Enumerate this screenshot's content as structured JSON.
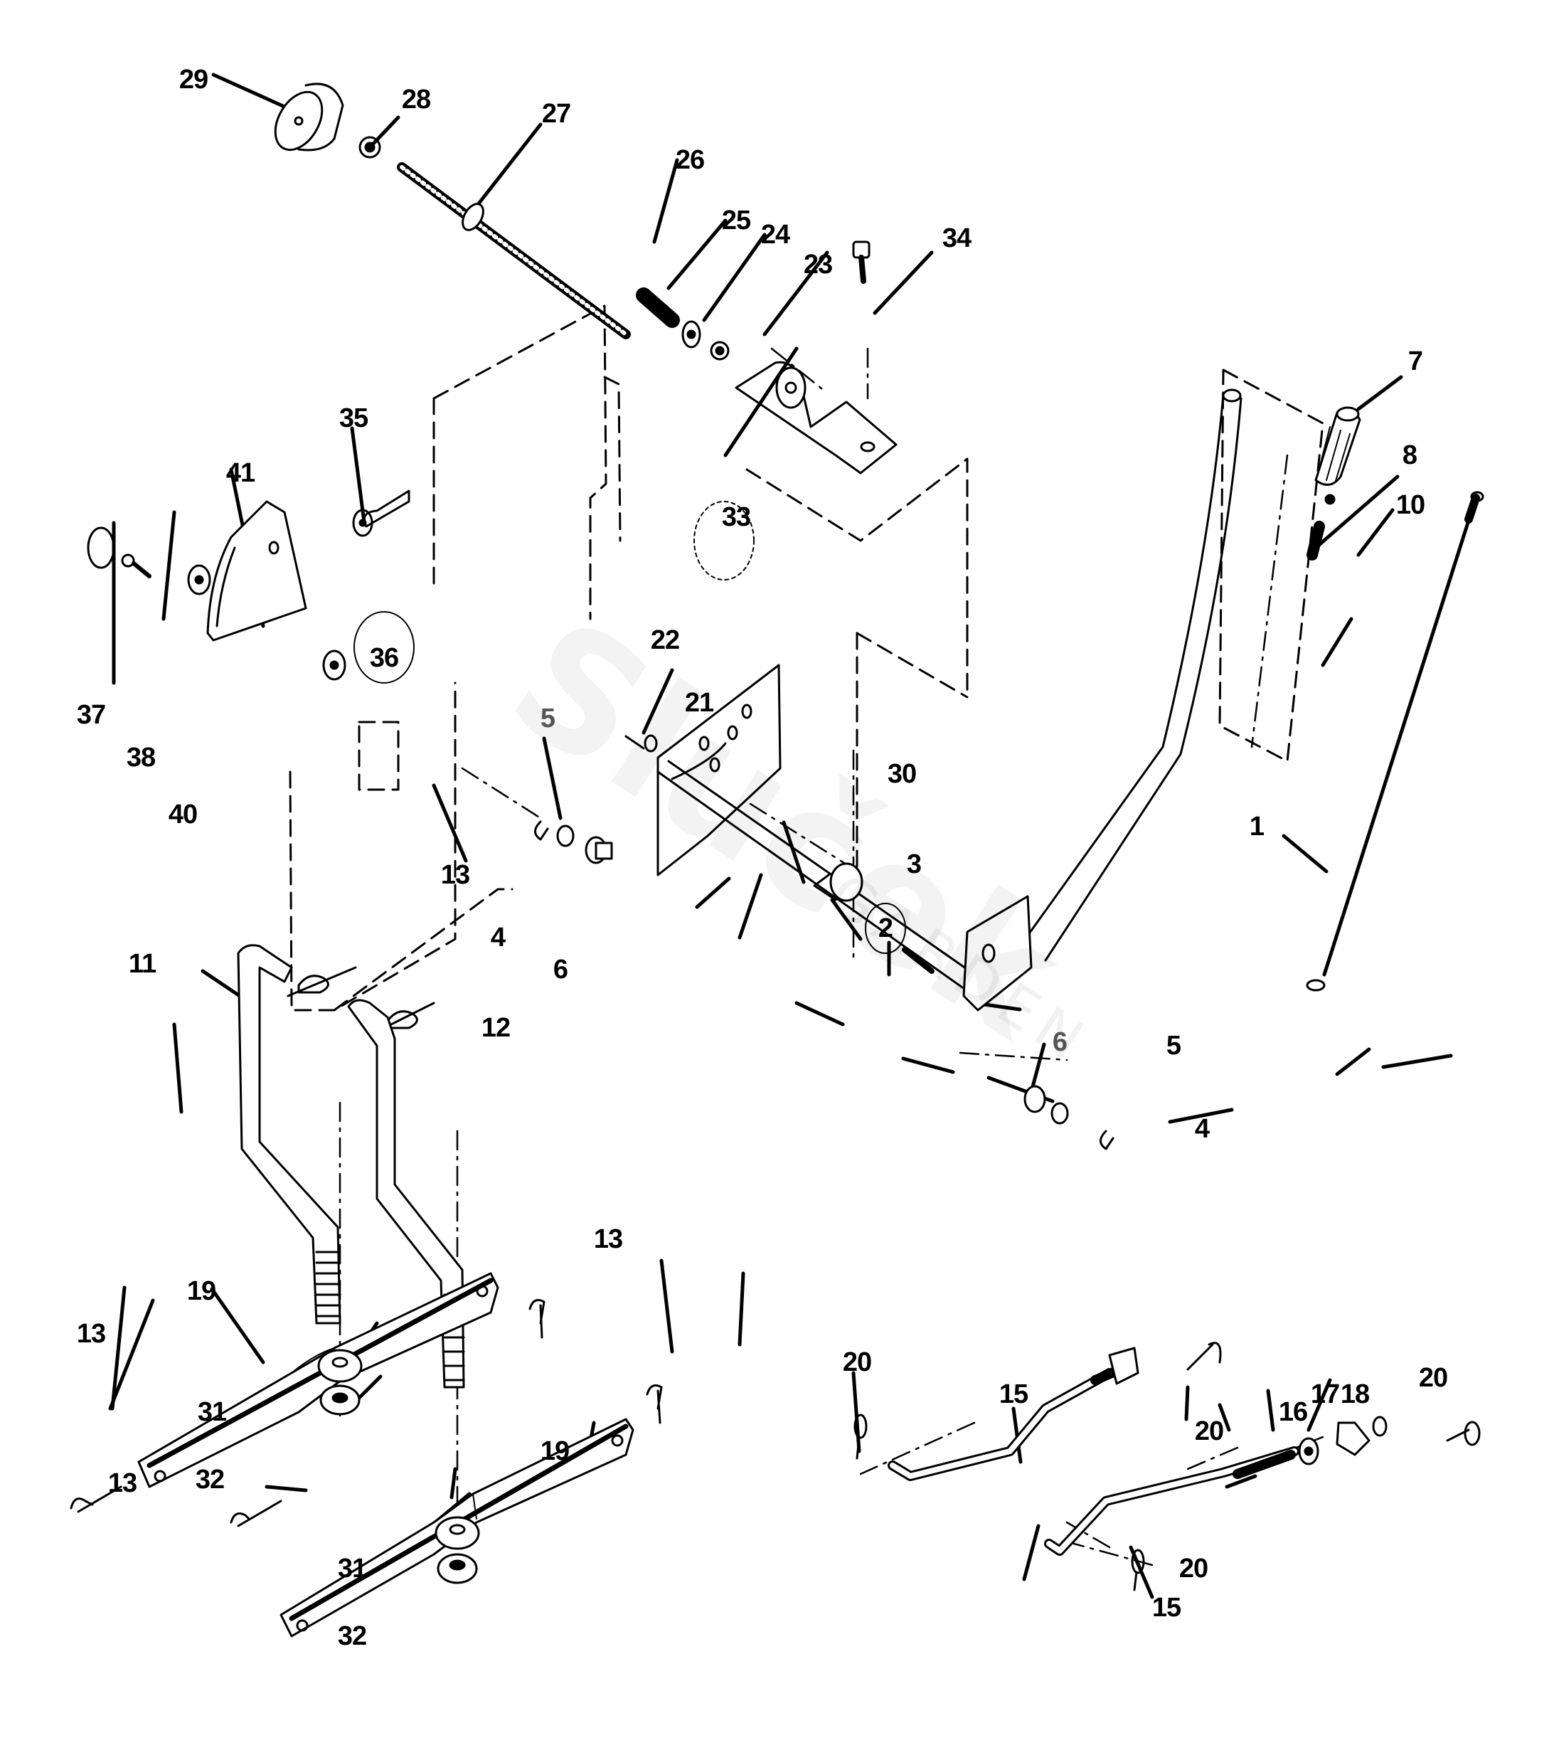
{
  "diagram": {
    "title": "Lift assembly exploded parts view",
    "watermark": {
      "brand": "Sluček",
      "sub": "GARDEN"
    },
    "callouts": {
      "c29": "29",
      "c28": "28",
      "c27": "27",
      "c26": "26",
      "c25": "25",
      "c24": "24",
      "c23": "23",
      "c34": "34",
      "c33": "33",
      "c7": "7",
      "c8": "8",
      "c10": "10",
      "c35": "35",
      "c41": "41",
      "c36": "36",
      "c37": "37",
      "c38": "38",
      "c40": "40",
      "c22": "22",
      "c21": "21",
      "c5a": "5",
      "c4a": "4",
      "c6a": "6",
      "c30": "30",
      "c3": "3",
      "c2": "2",
      "c1": "1",
      "c6b": "6",
      "c5b": "5",
      "c4b": "4",
      "c13a": "13",
      "c11": "11",
      "c12": "12",
      "c13b": "13",
      "c19a": "19",
      "c13c": "13",
      "c31a": "31",
      "c32a": "32",
      "c19b": "19",
      "c13d": "13",
      "c31b": "31",
      "c32b": "32",
      "c20a": "20",
      "c15a": "15",
      "c20b": "20",
      "c16": "16",
      "c17": "17",
      "c18": "18",
      "c20c": "20",
      "c15b": "15",
      "c20d": "20"
    }
  }
}
